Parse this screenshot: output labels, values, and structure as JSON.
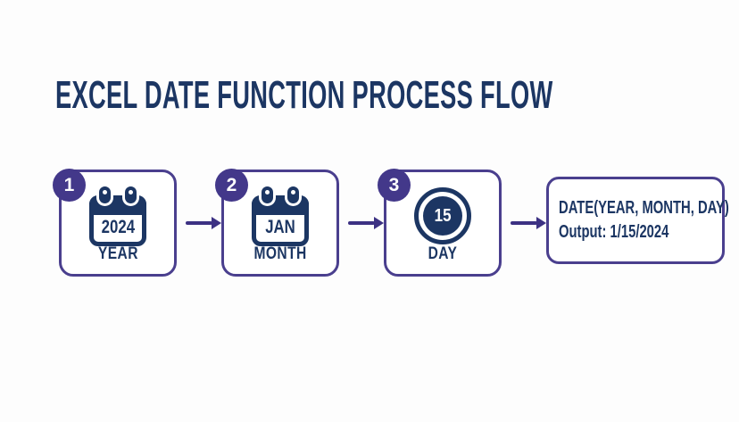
{
  "title": "EXCEL DATE FUNCTION PROCESS FLOW",
  "colors": {
    "navy": "#1c3663",
    "badge_indigo": "#43388a",
    "border_indigo": "#4a3f8e",
    "arrow_indigo": "#3c3183",
    "background": "#fdfdfd"
  },
  "steps": [
    {
      "badge": "1",
      "icon": "calendar-icon",
      "value": "2024",
      "label": "YEAR"
    },
    {
      "badge": "2",
      "icon": "calendar-icon",
      "value": "JAN",
      "label": "MONTH"
    },
    {
      "badge": "3",
      "icon": "day-circle-icon",
      "value": "15",
      "label": "DAY"
    }
  ],
  "output": {
    "formula": "DATE(YEAR, MONTH, DAY)",
    "result": "Output: 1/15/2024"
  }
}
